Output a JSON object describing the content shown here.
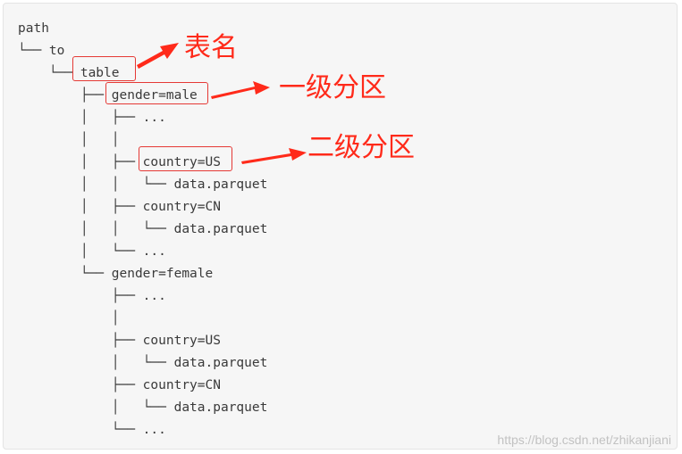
{
  "tree_lines": [
    "path",
    "└── to",
    "    └── table",
    "        ├── gender=male",
    "        │   ├── ...",
    "        │   │",
    "        │   ├── country=US",
    "        │   │   └── data.parquet",
    "        │   ├── country=CN",
    "        │   │   └── data.parquet",
    "        │   └── ...",
    "        └── gender=female",
    "            ├── ...",
    "            │",
    "            ├── country=US",
    "            │   └── data.parquet",
    "            ├── country=CN",
    "            │   └── data.parquet",
    "            └── ..."
  ],
  "annotations": {
    "table_label": "表名",
    "level1_label": "一级分区",
    "level2_label": "二级分区"
  },
  "colors": {
    "annotation": "#ff2a1a",
    "highlight_border": "#e53935",
    "code_background": "#f6f6f6"
  },
  "watermark": "https://blog.csdn.net/zhikanjiani"
}
